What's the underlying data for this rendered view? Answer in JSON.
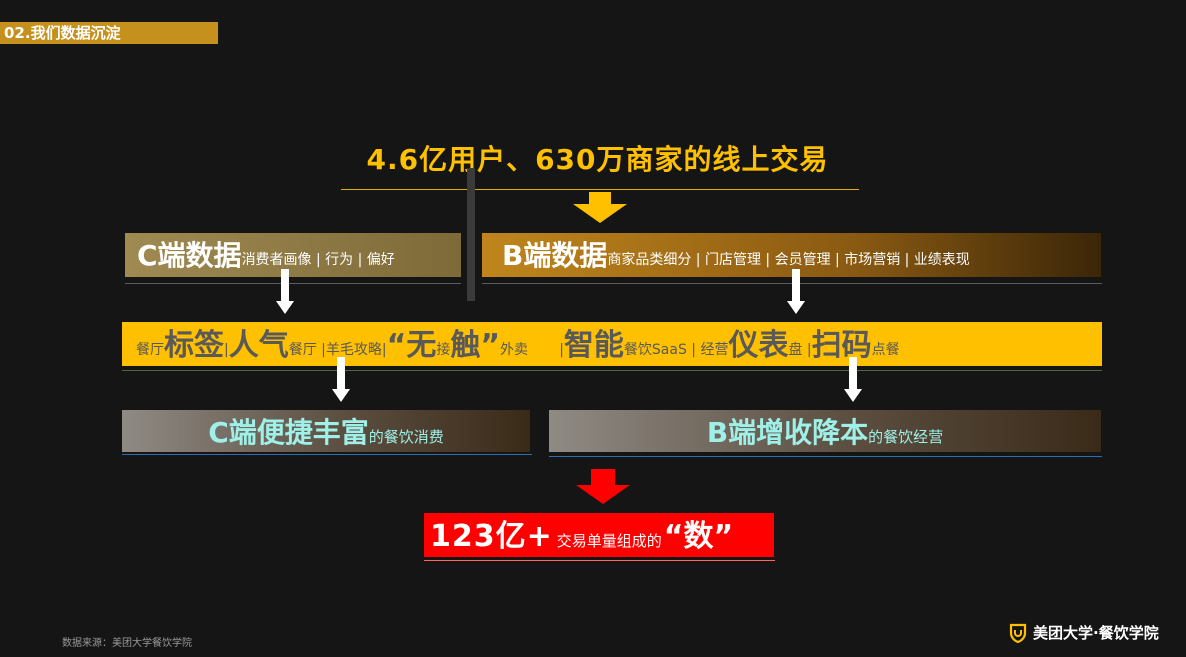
{
  "section_tag": "02.我们数据沉淀",
  "headline": "4.6亿用户、630万商家的线上交易",
  "c_data": {
    "title": "C端数据",
    "detail": "消费者画像 | 行为 | 偏好"
  },
  "b_data": {
    "title": "B端数据",
    "detail": "商家品类细分 | 门店管理 | 会员管理 | 市场营销 | 业绩表现"
  },
  "gold_band": {
    "s1": "餐厅",
    "b1": "标签",
    "s2": "| ",
    "b2": "人气",
    "s3": "餐厅 |羊毛攻略|",
    "b3": "“无",
    "s4": "接",
    "b4": "触”",
    "s5": "外卖       |",
    "b5": "智能",
    "s6": "餐饮SaaS | 经营",
    "b6": "仪表",
    "s7": "盘 | ",
    "b7": "扫码",
    "s8": "点餐"
  },
  "c_result": {
    "title": "C端便捷丰富",
    "suffix": "的餐饮消费"
  },
  "b_result": {
    "title": "B端增收降本",
    "suffix": "的餐饮经营"
  },
  "total": {
    "value": "123亿+",
    "label": "交易单量组成的",
    "quote": "“数”"
  },
  "footnote": "数据来源：美团大学餐饮学院",
  "brand": "美团大学·餐饮学院",
  "colors": {
    "gold": "#ffc000",
    "red": "#ff0000",
    "tag": "#c6901c",
    "cyan": "#9ff0e8"
  }
}
